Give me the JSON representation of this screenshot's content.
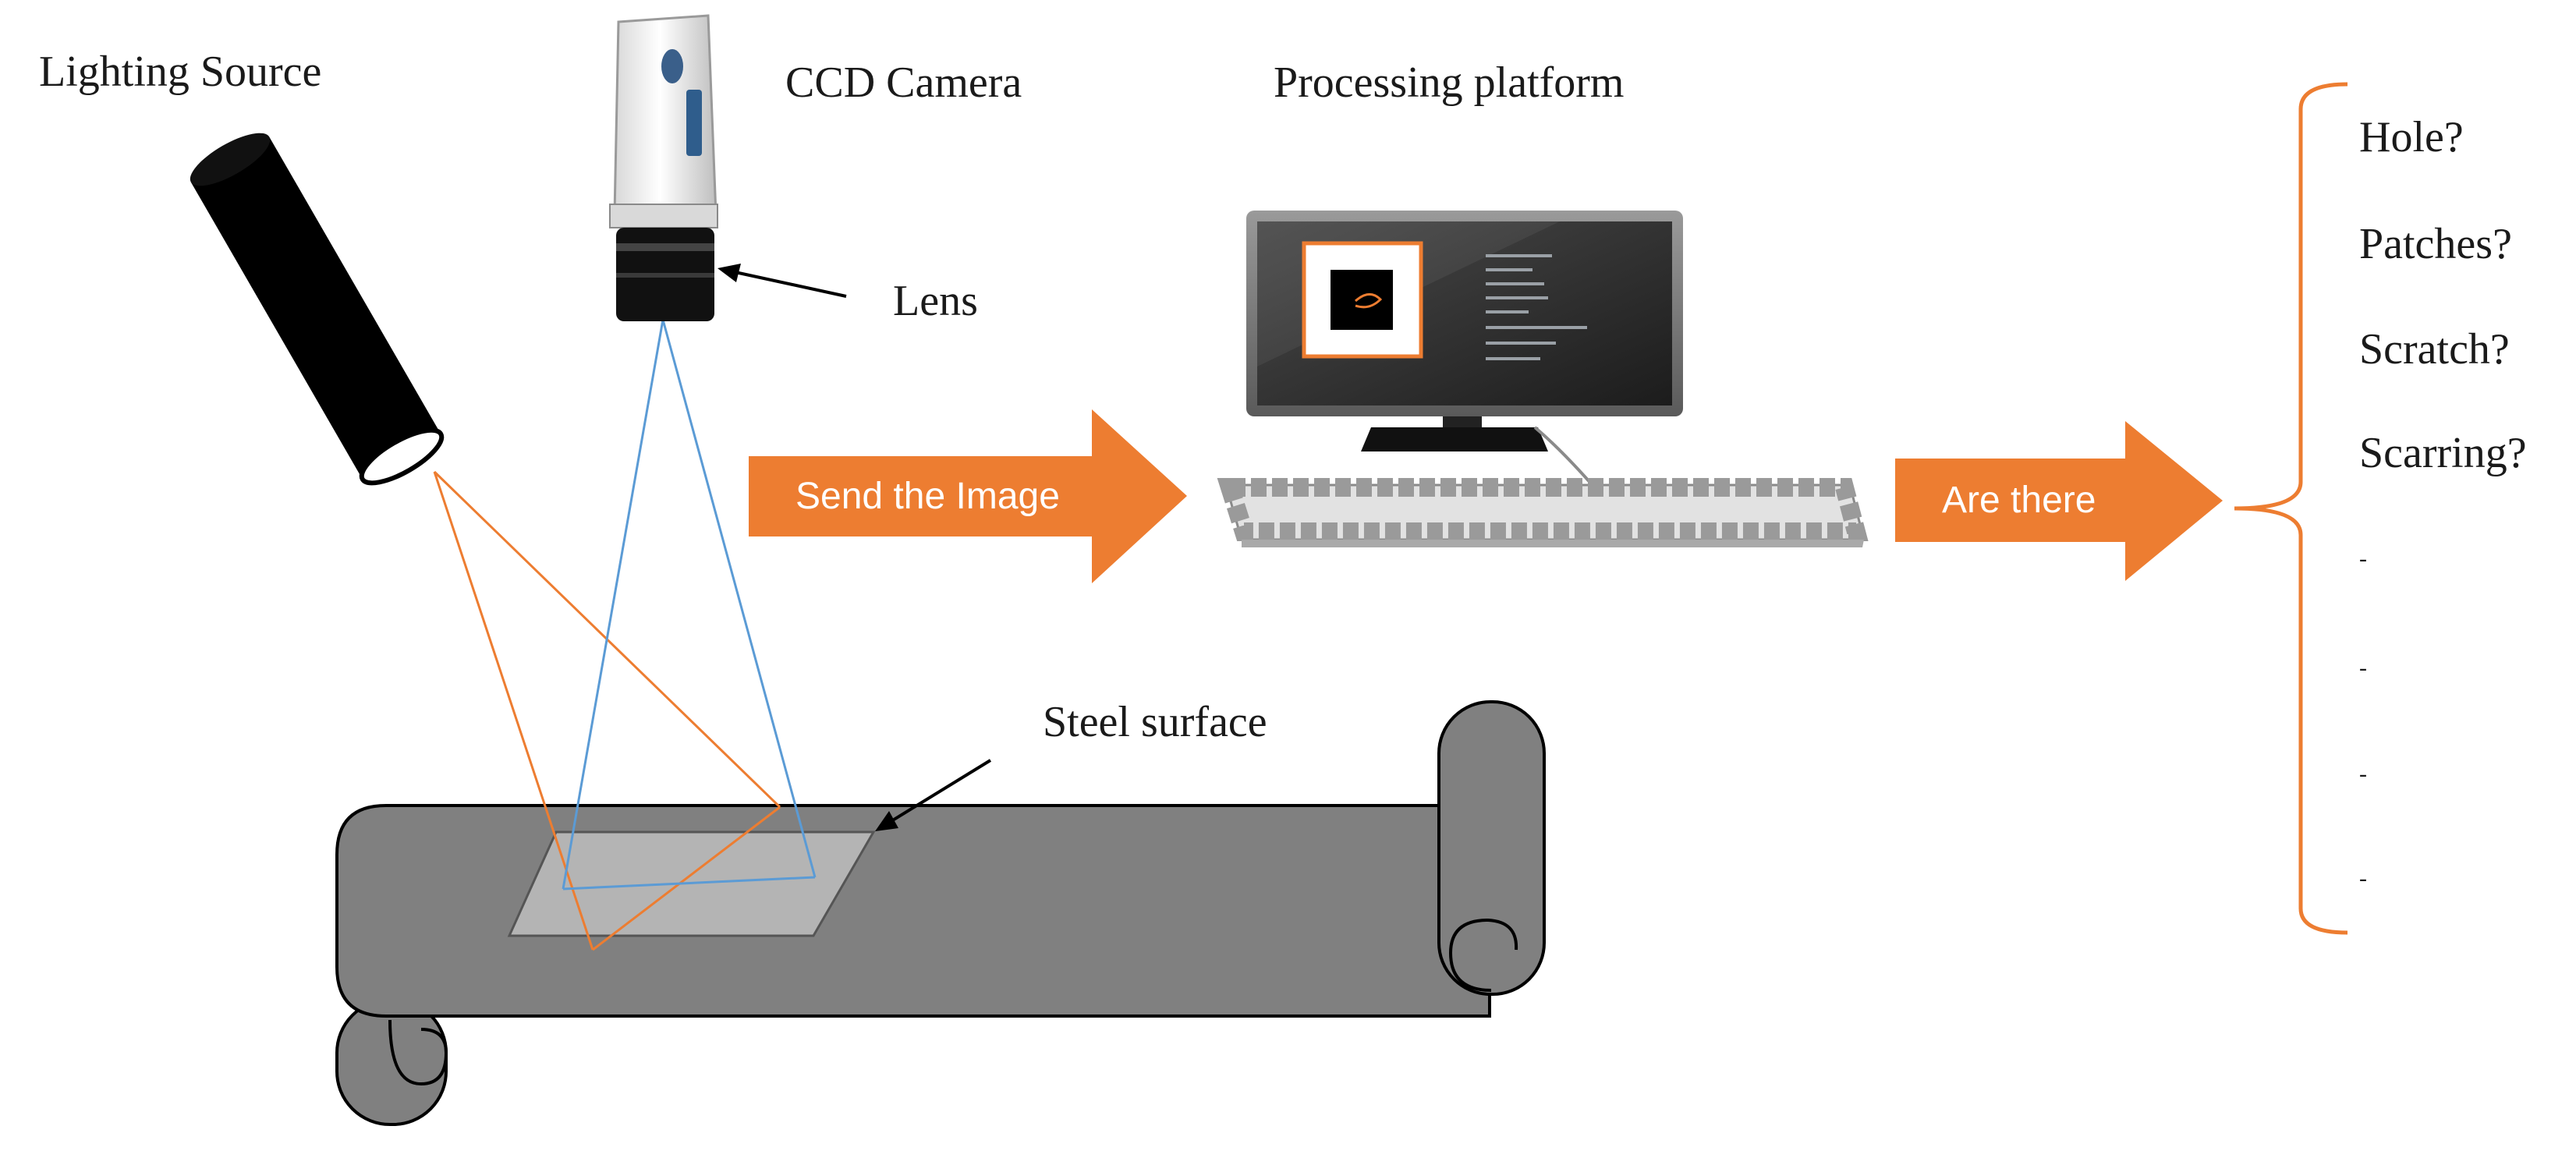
{
  "labels": {
    "lighting_source": "Lighting Source",
    "ccd_camera": "CCD Camera",
    "lens": "Lens",
    "processing_platform": "Processing platform",
    "steel_surface": "Steel surface"
  },
  "flow": {
    "send_image": "Send the Image",
    "are_there": "Are there"
  },
  "defects": {
    "items": [
      "Hole?",
      "Patches?",
      "Scratch?",
      "Scarring?",
      "-",
      "-",
      "-",
      "-"
    ]
  },
  "colors": {
    "accent_orange": "#ED7D31",
    "camera_ray_blue": "#5B9BD5",
    "steel_gray": "#808080",
    "surface_patch_gray": "#B4B4B4",
    "outline_black": "#000000"
  }
}
